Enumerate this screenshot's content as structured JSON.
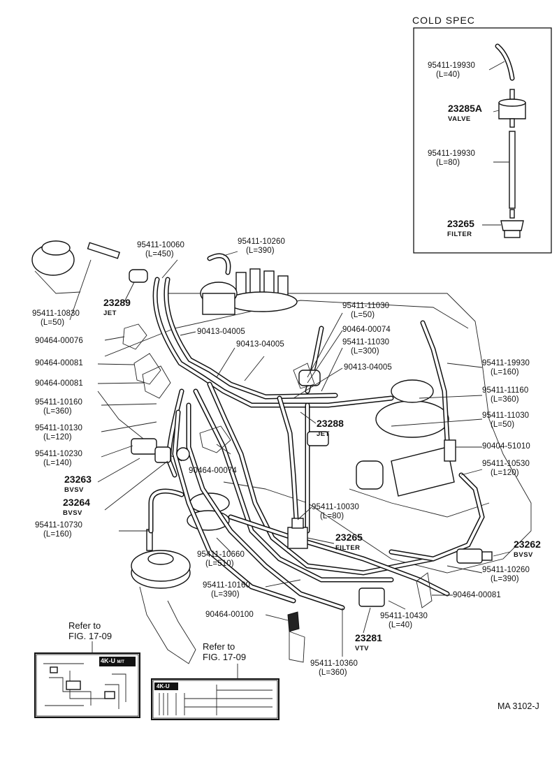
{
  "cold_spec": {
    "title": "COLD SPEC",
    "hose1": {
      "part": "95411-19930",
      "length": "(L=40)"
    },
    "valve": {
      "part": "23285A",
      "name": "VALVE"
    },
    "hose2": {
      "part": "95411-19930",
      "length": "(L=80)"
    },
    "filter": {
      "part": "23265",
      "name": "FILTER"
    }
  },
  "labels": {
    "l10060": {
      "part": "95411-10060",
      "length": "(L=450)"
    },
    "l10260a": {
      "part": "95411-10260",
      "length": "(L=390)"
    },
    "l10830": {
      "part": "95411-10830",
      "length": "(L=50)"
    },
    "l23289": {
      "part": "23289",
      "name": "JET"
    },
    "c00076": {
      "part": "90464-00076"
    },
    "c00081a": {
      "part": "90464-00081"
    },
    "c00081b": {
      "part": "90464-00081"
    },
    "l10160a": {
      "part": "95411-10160",
      "length": "(L=360)"
    },
    "l10130": {
      "part": "95411-10130",
      "length": "(L=120)"
    },
    "l10230": {
      "part": "95411-10230",
      "length": "(L=140)"
    },
    "l23263": {
      "part": "23263",
      "name": "BVSV"
    },
    "l23264": {
      "part": "23264",
      "name": "BVSV"
    },
    "l10730": {
      "part": "95411-10730",
      "length": "(L=160)"
    },
    "j04005a": {
      "part": "90413-04005"
    },
    "j04005b": {
      "part": "90413-04005"
    },
    "l11030a": {
      "part": "95411-11030",
      "length": "(L=50)"
    },
    "c00074a": {
      "part": "90464-00074"
    },
    "l11030b": {
      "part": "95411-11030",
      "length": "(L=300)"
    },
    "j04005c": {
      "part": "90413-04005"
    },
    "l19930": {
      "part": "95411-19930",
      "length": "(L=160)"
    },
    "l11160": {
      "part": "95411-11160",
      "length": "(L=360)"
    },
    "l11030c": {
      "part": "95411-11030",
      "length": "(L=50)"
    },
    "j51010": {
      "part": "90404-51010"
    },
    "l10530": {
      "part": "95411-10530",
      "length": "(L=120)"
    },
    "l23288": {
      "part": "23288",
      "name": "JET"
    },
    "c00074b": {
      "part": "90464-00074"
    },
    "l10030": {
      "part": "95411-10030",
      "length": "(L=80)"
    },
    "l23265": {
      "part": "23265",
      "name": "FILTER"
    },
    "l23262": {
      "part": "23262",
      "name": "BVSV"
    },
    "l10660": {
      "part": "95411-10660",
      "length": "(L=510)"
    },
    "l10260b": {
      "part": "95411-10260",
      "length": "(L=390)"
    },
    "l10160b": {
      "part": "95411-10160",
      "length": "(L=390)"
    },
    "c00081c": {
      "part": "90464-00081"
    },
    "c00100": {
      "part": "90464-00100"
    },
    "l10430": {
      "part": "95411-10430",
      "length": "(L=40)"
    },
    "l23281": {
      "part": "23281",
      "name": "VTV"
    },
    "l10360": {
      "part": "95411-10360",
      "length": "(L=360)"
    }
  },
  "refs": {
    "ref1": {
      "line1": "Refer to",
      "line2": "FIG. 17-09"
    },
    "ref2": {
      "line1": "Refer to",
      "line2": "FIG. 17-09"
    }
  },
  "insets": {
    "a_tag": "4K-U",
    "a_tag_sub": "M/T",
    "b_tag": "4K-U"
  },
  "figure_code": "MA  3102-J"
}
